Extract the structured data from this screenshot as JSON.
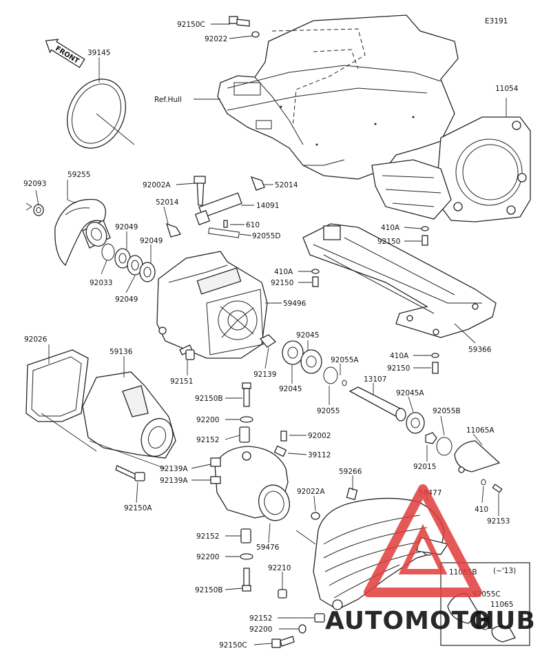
{
  "diagram_code": "E3191",
  "front_label": "FRONT",
  "reference_label": "Ref.Hull",
  "inset": {
    "note": "(~'13)",
    "labels": [
      "11065B",
      "92055C",
      "11065"
    ]
  },
  "parts": [
    "39145",
    "92150C",
    "92022",
    "11054",
    "92093",
    "59255",
    "92002A",
    "52014",
    "52014",
    "14091",
    "610",
    "92055D",
    "92049",
    "92049",
    "92049",
    "92033",
    "410A",
    "92150",
    "410A",
    "92150",
    "59496",
    "59366",
    "92026",
    "59136",
    "92151",
    "92045",
    "92139",
    "92045",
    "92055A",
    "410A",
    "92150",
    "13107",
    "92055",
    "92150B",
    "92045A",
    "92055B",
    "92200",
    "11065A",
    "92152",
    "92002",
    "39112",
    "92139A",
    "92139A",
    "92015",
    "92150A",
    "59266",
    "59477",
    "92022A",
    "410",
    "92153",
    "92152",
    "59476",
    "92200",
    "92210",
    "92150B",
    "92152",
    "92200",
    "92150C"
  ],
  "watermark": {
    "text_a": "AUTOMOTO",
    "text_b": "HUB",
    "color_a": "#f4c28a",
    "color_b": "#555555",
    "logo_color": "#e03c3c"
  }
}
